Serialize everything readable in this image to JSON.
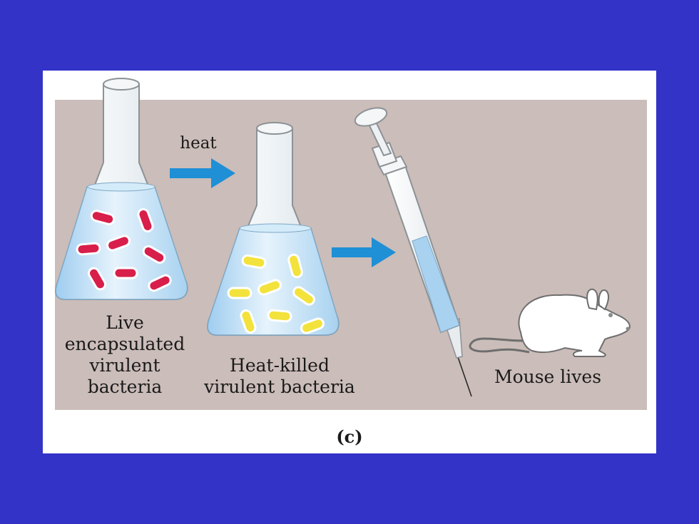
{
  "labels": {
    "heat": "heat",
    "live": "Live\nencapsulated\nvirulent\nbacteria",
    "heat_killed": "Heat-killed\nvirulent bacteria",
    "mouse": "Mouse lives",
    "caption": "(c)"
  },
  "colors": {
    "background": "#3333c8",
    "panel": "#cbbdb9",
    "liquid": "#b6d9f2",
    "arrow": "#1f8fd6",
    "live_bacteria": "#d81e4a",
    "killed_bacteria": "#f3e23c"
  }
}
